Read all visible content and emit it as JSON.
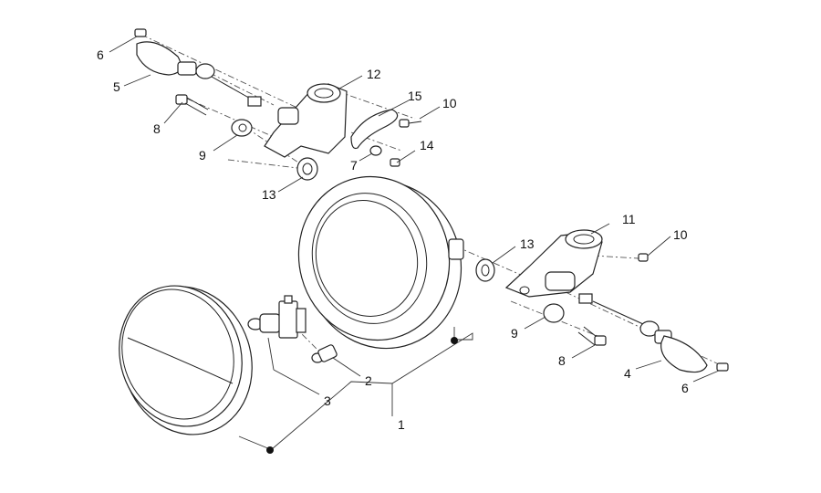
{
  "callouts": {
    "c1": "1",
    "c2": "2",
    "c3": "3",
    "c4": "4",
    "c5": "5",
    "c6_left": "6",
    "c6_right": "6",
    "c7": "7",
    "c8_left": "8",
    "c8_right": "8",
    "c9_left": "9",
    "c9_right": "9",
    "c10_left": "10",
    "c10_right": "10",
    "c11": "11",
    "c12": "12",
    "c13_left": "13",
    "c13_right": "13",
    "c14": "14",
    "c15": "15"
  }
}
